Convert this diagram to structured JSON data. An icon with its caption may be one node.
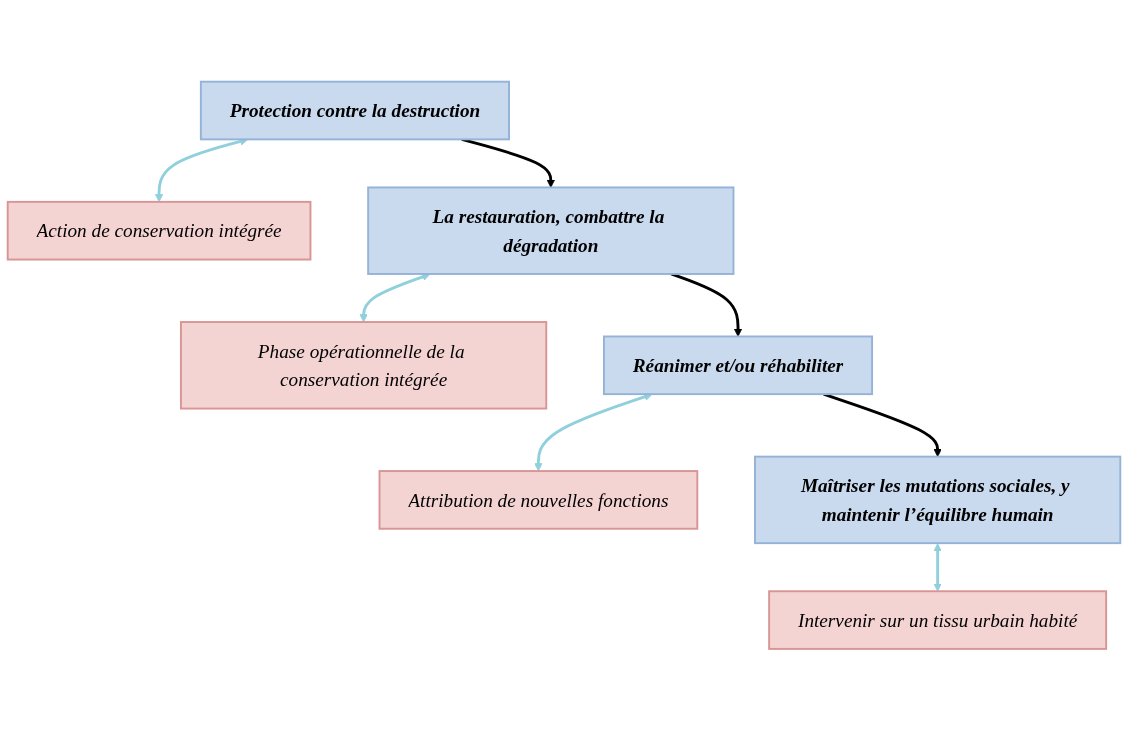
{
  "diagram": {
    "nodes": [
      {
        "text": [
          "Protection contre la destruction"
        ]
      },
      {
        "text": [
          "Action de conservation intégrée"
        ]
      },
      {
        "text": [
          "La restauration, combattre la dégradation"
        ]
      },
      {
        "text": [
          "Phase opérationnelle de la conservation intégrée"
        ]
      },
      {
        "text": [
          "Réanimer et/ou réhabiliter"
        ]
      },
      {
        "text": [
          "Attribution de nouvelles fonctions"
        ]
      },
      {
        "text": [
          "Maîtriser les mutations sociales, y maintenir l’équilibre humain"
        ]
      },
      {
        "text": [
          "Intervenir sur un tissu urbain habité"
        ]
      }
    ],
    "edges": [
      {
        "from": 0,
        "to": 1,
        "arrow": "both"
      },
      {
        "from": 0,
        "to": 2,
        "arrow": "to",
        "color": "#000000"
      },
      {
        "from": 2,
        "to": 3,
        "arrow": "both"
      },
      {
        "from": 2,
        "to": 4,
        "arrow": "to",
        "color": "#000000"
      },
      {
        "from": 4,
        "to": 5,
        "arrow": "both"
      },
      {
        "from": 4,
        "to": 6,
        "arrow": "to",
        "color": "#000000"
      },
      {
        "from": 6,
        "to": 7,
        "arrow": "both"
      }
    ]
  }
}
